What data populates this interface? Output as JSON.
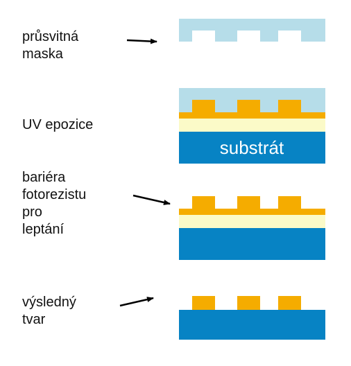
{
  "labels": {
    "mask": [
      "průsvitná",
      "maska"
    ],
    "uv_exposure": "UV epozice",
    "barrier": [
      "bariéra",
      "fotorezistu",
      "pro",
      "leptání"
    ],
    "result": [
      "výsledný",
      "tvar"
    ]
  },
  "substrate_label": "substrát",
  "colors": {
    "mask": "#b6dde9",
    "photoresist": "#f5ac00",
    "intermediate_layer": "#fbfac8",
    "substrate": "#0783c4",
    "arrow": "#000000"
  }
}
